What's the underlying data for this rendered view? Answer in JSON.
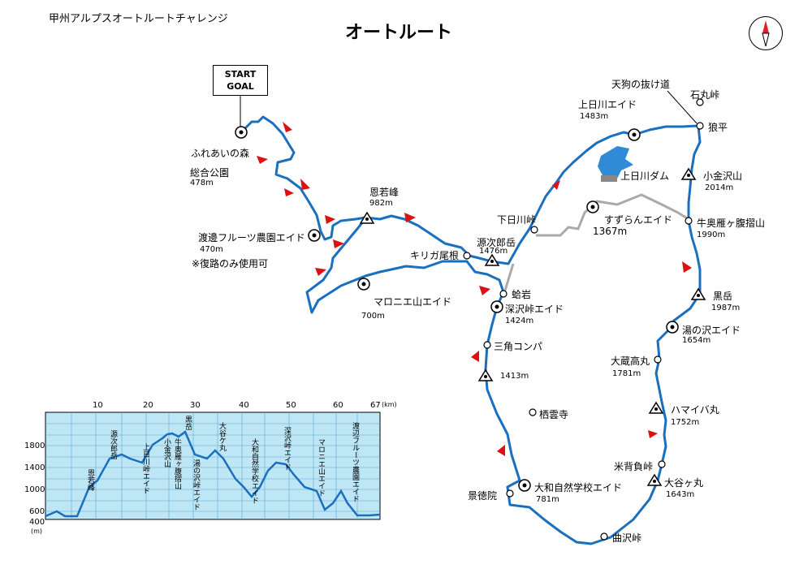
{
  "header": {
    "subtitle": "甲州アルプスオートルートチャレンジ",
    "title": "オートルート"
  },
  "start": {
    "line1": "START",
    "line2": "GOAL"
  },
  "compass": {
    "icon": "compass-icon",
    "needle_color": "#e02020"
  },
  "colors": {
    "route": "#1a6fbf",
    "arrow": "#dd1111",
    "gray_route": "#aaaaaa",
    "dam": "#2f8bd6"
  },
  "places": {
    "fureai": "ふれあいの森",
    "sogo": "総合公園",
    "sogo_elev": "478m",
    "watanabe": "渡邊フルーツ農園エイド",
    "watanabe_elev": "470m",
    "watanabe_note": "※復路のみ使用可",
    "onjaku": "恩若峰",
    "onjaku_elev": "982m",
    "kirigaone": "キリガ尾根",
    "maronie": "マロニエ山エイド",
    "maronie_elev": "700m",
    "genjiro": "源次郎岳",
    "genjiro_elev": "1476m",
    "shimohikawa": "下日川峠",
    "kamihikawa": "上日川エイド",
    "kamihikawa_elev": "1483m",
    "dam": "上日川ダム",
    "tengu": "天狗の抜け道",
    "ishimaru": "石丸峠",
    "okami": "狼平",
    "kokanezawa": "小金沢山",
    "kokanezawa_elev": "2014m",
    "suzuran": "すずらんエイド",
    "suzuran_elev": "1367m",
    "ushioku": "牛奥雁ヶ腹摺山",
    "ushioku_elev": "1990m",
    "kurodake": "黒岳",
    "kurodake_elev": "1987m",
    "yunosawa": "湯の沢エイド",
    "yunosawa_elev": "1654m",
    "okura": "大蔵高丸",
    "okura_elev": "1781m",
    "hamaiba": "ハマイバ丸",
    "hamaiba_elev": "1752m",
    "komesho": "米背負峠",
    "otanigamaru": "大谷ヶ丸",
    "otanigamaru_elev": "1643m",
    "magariswa": "曲沢峠",
    "hamaiwa": "蛤岩",
    "fukasawa": "深沢峠エイド",
    "fukasawa_elev": "1424m",
    "sankaku": "三角コンパ",
    "p1413": "1413m",
    "seiunji": "栖雲寺",
    "yamato": "大和自然学校エイド",
    "yamato_elev": "781m",
    "keitokuin": "景徳院"
  },
  "profile": {
    "x_ticks": [
      "10",
      "20",
      "30",
      "40",
      "50",
      "60",
      "67"
    ],
    "x_unit": "(km)",
    "y_ticks": [
      "1800",
      "1400",
      "1000",
      "600",
      "400"
    ],
    "y_unit": "(m)",
    "labels": [
      "恩若峰",
      "源次郎岳",
      "上日川峠エイド",
      "小金沢山",
      "牛奥雁ヶ腹摺山",
      "黒岳",
      "湯の沢峠エイド",
      "大谷ケ丸",
      "大和自然学校エイド",
      "深沢峠エイド",
      "マロニエ山エイド",
      "渡辺フルーツ農園エイド"
    ]
  }
}
